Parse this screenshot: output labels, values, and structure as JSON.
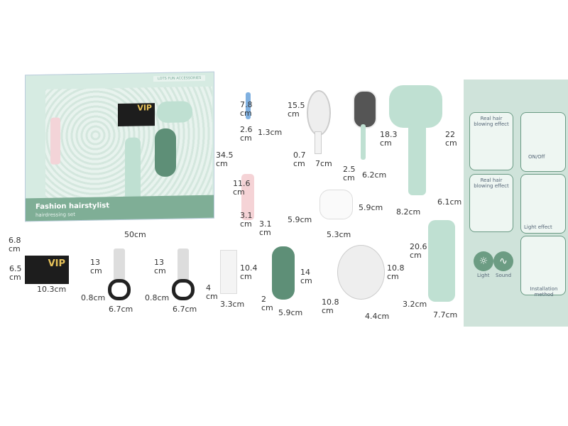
{
  "package": {
    "badge": "LOTS FUN ACCESSORIES",
    "title": "Fashion hairstylist",
    "subtitle": "hairdressing set",
    "card_text": "VIP"
  },
  "dimensions": {
    "box_height": "34.5\ncm",
    "box_width": "50cm",
    "box_depth": "6.8\ncm",
    "clip_h": "7.8\ncm",
    "clip_d": "2.6\ncm",
    "clip_w": "1.3cm",
    "mirror_h": "15.5\ncm",
    "mirror_d": "0.7\ncm",
    "mirror_w": "7cm",
    "brush_h": "18.3\ncm",
    "brush_d": "2.5\ncm",
    "brush_w": "6.2cm",
    "dryer_h": "22\ncm",
    "dryer_w": "8.2cm",
    "dryer_d": "6.1cm",
    "bottle_h": "11.6\ncm",
    "bottle_d": "3.1\ncm",
    "bottle_w": "3.1\ncm",
    "nozzle_h": "5.9cm",
    "nozzle_d": "5.9cm",
    "nozzle_w": "5.3cm",
    "straightener_h": "20.6\ncm",
    "straightener_d": "3.2cm",
    "straightener_w": "7.7cm",
    "card_h": "6.5\ncm",
    "card_w": "10.3cm",
    "scissors1_h": "13\ncm",
    "scissors1_d": "0.8cm",
    "scissors1_w": "6.7cm",
    "scissors2_h": "13\ncm",
    "scissors2_d": "0.8cm",
    "scissors2_w": "6.7cm",
    "comb_h": "10.4\ncm",
    "comb_d": "4\ncm",
    "comb_w": "3.3cm",
    "base_h": "14\ncm",
    "base_d": "2\ncm",
    "base_w": "5.9cm",
    "diffuser_h": "10.8\ncm",
    "diffuser_d": "10.8\ncm",
    "diffuser_w": "4.4cm"
  },
  "features": {
    "card1": "Real hair\nblowing effect",
    "card2": "ON/Off",
    "card3": "Real hair\nblowing effect",
    "card4": "Light effect",
    "card5": "Installation method",
    "light": "Light",
    "sound": "Sound"
  },
  "colors": {
    "mint": "#bfe0d2",
    "panel": "#cfe3da",
    "band": "#7fae96"
  }
}
